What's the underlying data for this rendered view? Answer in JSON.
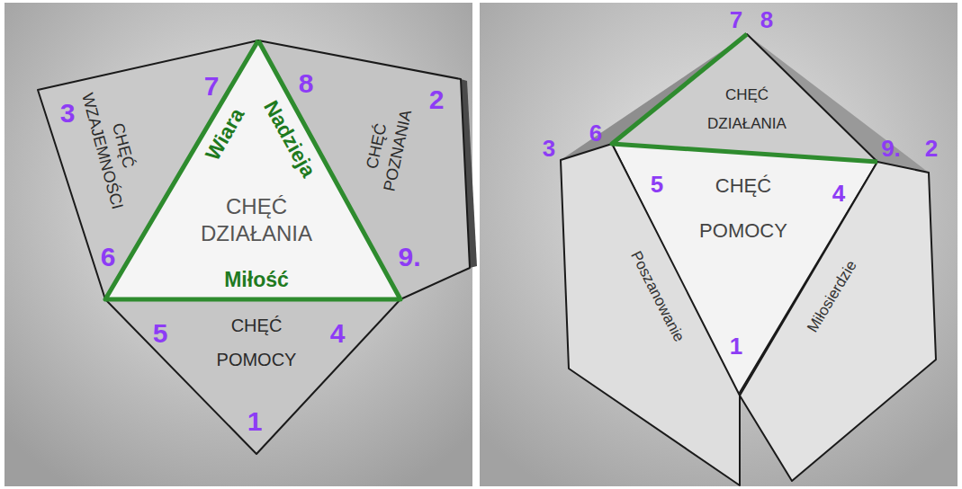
{
  "diagram": {
    "nodes": [
      {
        "text": [
          "CHĘĆ DZIAŁANIA"
        ]
      },
      {
        "text": [
          "CHĘĆ WZAJEMNOŚCI"
        ]
      },
      {
        "text": [
          "CHĘĆ POZNANIA"
        ]
      },
      {
        "text": [
          "CHĘĆ POMOCY"
        ]
      },
      {
        "text": [
          "CHĘĆ DZIAŁANIA"
        ]
      },
      {
        "text": [
          "CHĘĆ POMOCY"
        ]
      },
      {
        "text": [
          "Poszanowanie"
        ]
      },
      {
        "text": [
          "Miłosierdzie"
        ]
      }
    ],
    "labels": [
      "7",
      "8",
      "3",
      "2",
      "6",
      "9.",
      "5",
      "4",
      "1",
      "Wiara",
      "Nadzieja",
      "Miłość",
      "7",
      "8",
      "3",
      "6",
      "9.",
      "2",
      "5",
      "4",
      "1"
    ]
  }
}
